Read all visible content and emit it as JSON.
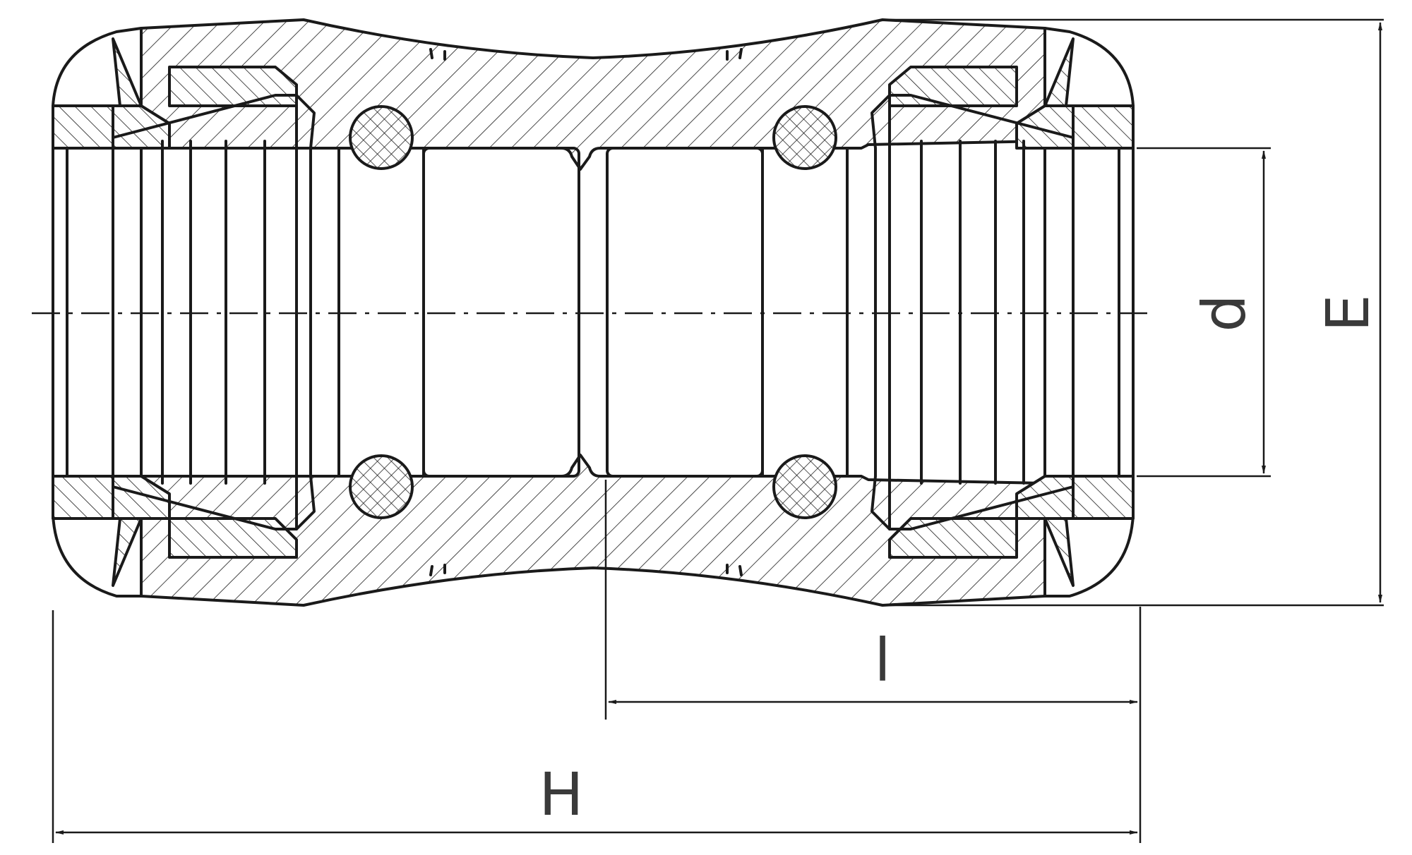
{
  "diagram": {
    "labels": {
      "d": "d",
      "E": "E",
      "l": "l",
      "H": "H"
    },
    "colors": {
      "line": "#1a1a1a",
      "label": "#3a3a3a",
      "background": "#ffffff"
    }
  }
}
